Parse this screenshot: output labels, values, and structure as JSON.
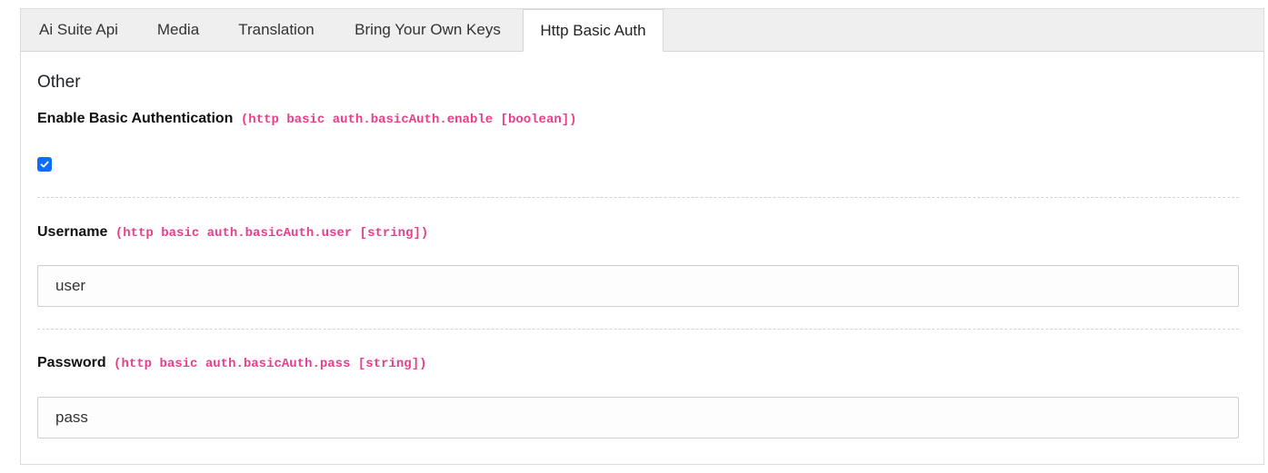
{
  "tabs": [
    {
      "label": "Ai Suite Api",
      "active": false
    },
    {
      "label": "Media",
      "active": false
    },
    {
      "label": "Translation",
      "active": false
    },
    {
      "label": "Bring Your Own Keys",
      "active": false
    },
    {
      "label": "Http Basic Auth",
      "active": true
    }
  ],
  "section": {
    "title": "Other"
  },
  "fields": {
    "enable": {
      "label": "Enable Basic Authentication",
      "key": "(http basic auth.basicAuth.enable [boolean])",
      "checked": true
    },
    "username": {
      "label": "Username",
      "key": "(http basic auth.basicAuth.user [string])",
      "value": "user"
    },
    "password": {
      "label": "Password",
      "key": "(http basic auth.basicAuth.pass [string])",
      "value": "pass"
    }
  },
  "colors": {
    "accent": "#0d6efd",
    "code": "#e83e8c",
    "tabbar": "#efefef"
  }
}
